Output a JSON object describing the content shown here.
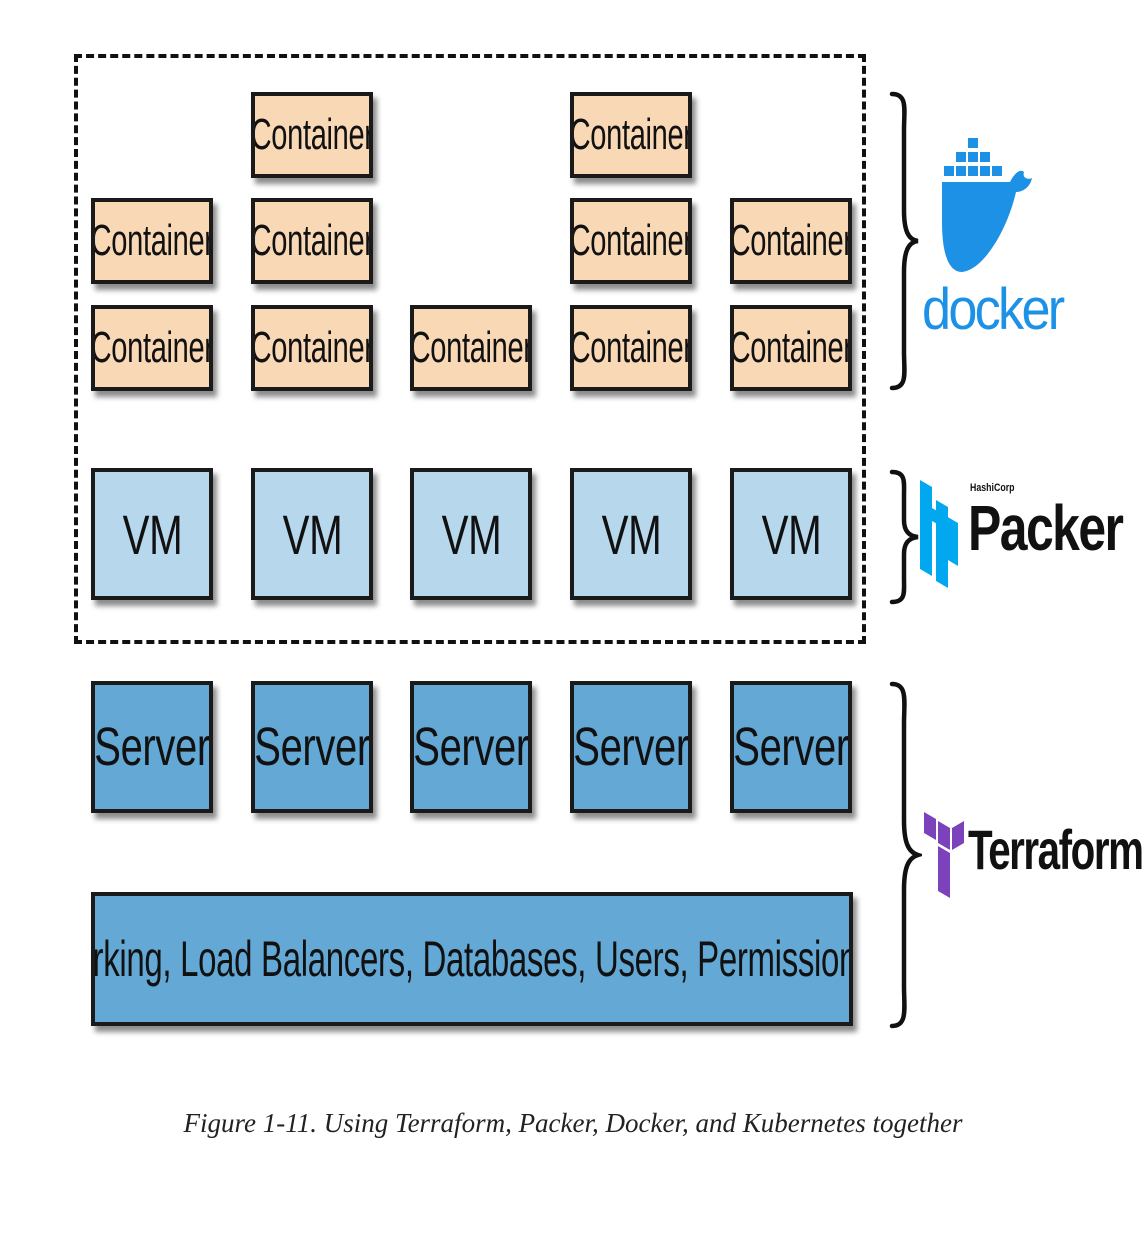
{
  "diagram": {
    "containers": [
      {
        "label": "Container"
      },
      {
        "label": "Container"
      },
      {
        "label": "Container"
      },
      {
        "label": "Container"
      },
      {
        "label": "Container"
      },
      {
        "label": "Container"
      },
      {
        "label": "Container"
      },
      {
        "label": "Container"
      },
      {
        "label": "Container"
      },
      {
        "label": "Container"
      },
      {
        "label": "Container"
      }
    ],
    "vms": [
      {
        "label": "VM"
      },
      {
        "label": "VM"
      },
      {
        "label": "VM"
      },
      {
        "label": "VM"
      },
      {
        "label": "VM"
      }
    ],
    "servers": [
      {
        "label": "Server"
      },
      {
        "label": "Server"
      },
      {
        "label": "Server"
      },
      {
        "label": "Server"
      },
      {
        "label": "Server"
      }
    ],
    "infrastructure": {
      "label": "Networking, Load Balancers, Databases, Users, Permissions, etc."
    },
    "tools": {
      "docker": {
        "name": "docker",
        "color": "#1d91e6",
        "icon": "docker-whale-icon"
      },
      "packer": {
        "vendor": "HashiCorp",
        "name": "Packer",
        "color": "#02a8ef",
        "icon": "packer-icon"
      },
      "terraform": {
        "name": "Terraform",
        "color": "#7b42bc",
        "icon": "terraform-icon"
      }
    },
    "colors": {
      "container": "#f9d8b6",
      "vm": "#b6d7ec",
      "server": "#64a8d6"
    }
  },
  "caption": "Figure 1-11. Using Terraform, Packer, Docker, and Kubernetes together"
}
